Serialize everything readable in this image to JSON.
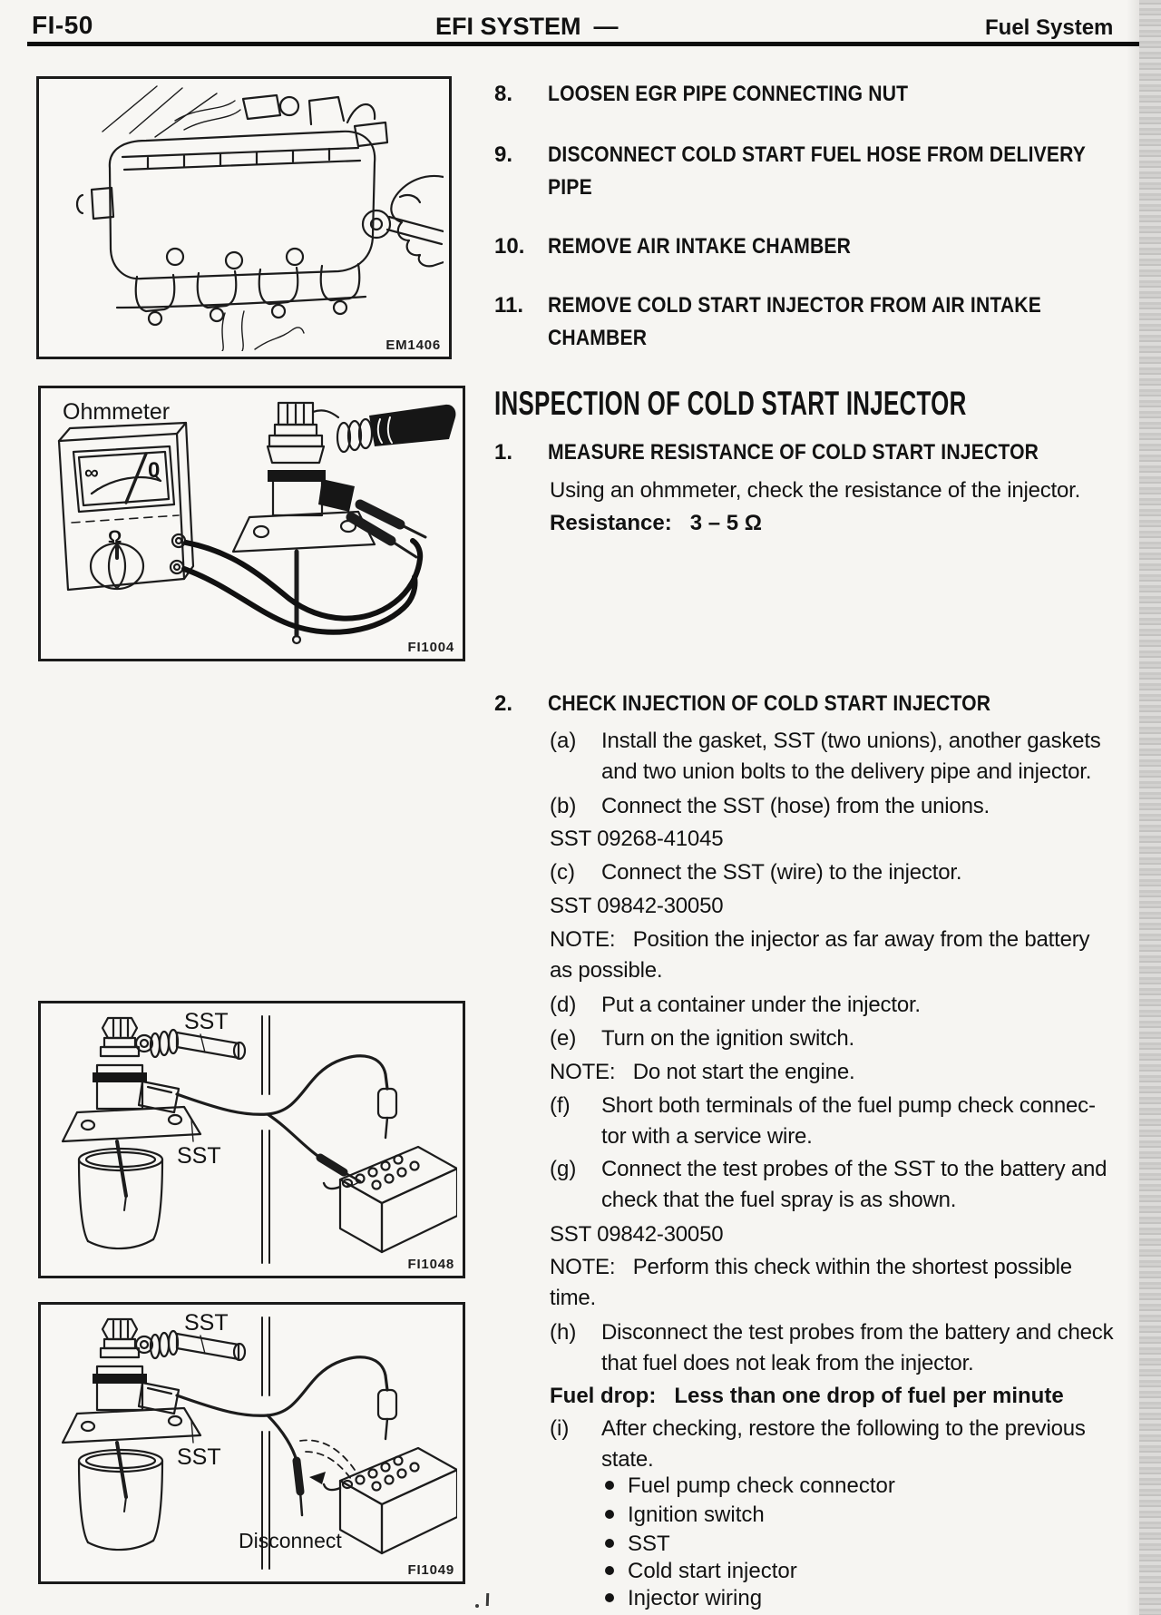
{
  "header": {
    "page_code": "FI-50",
    "title": "EFI SYSTEM",
    "separator": "—",
    "subtitle": "Fuel System"
  },
  "removal": [
    {
      "num": "8.",
      "text": "LOOSEN EGR PIPE CONNECTING NUT"
    },
    {
      "num": "9.",
      "text": "DISCONNECT COLD START FUEL HOSE FROM DELIVERY\nPIPE"
    },
    {
      "num": "10.",
      "text": "REMOVE AIR INTAKE CHAMBER"
    },
    {
      "num": "11.",
      "text": "REMOVE COLD START INJECTOR FROM AIR INTAKE\nCHAMBER"
    }
  ],
  "inspection": {
    "title": "INSPECTION OF COLD START INJECTOR",
    "step1_num": "1.",
    "step1_heading": "MEASURE RESISTANCE OF COLD START INJECTOR",
    "step1_body": "Using an ohmmeter, check the resistance of the injector.",
    "step1_spec": "Resistance:   3 – 5 Ω",
    "step2_num": "2.",
    "step2_heading": "CHECK INJECTION OF COLD START INJECTOR",
    "items": [
      {
        "label": "(a)",
        "text": "Install the gasket, SST (two unions), another gaskets\nand two union bolts to the delivery pipe and injector."
      },
      {
        "label": "(b)",
        "text": "Connect the SST (hose) from the unions."
      },
      {
        "label": "",
        "text": "SST 09268-41045"
      },
      {
        "label": "(c)",
        "text": "Connect the SST (wire) to the injector."
      },
      {
        "label": "",
        "text": "SST 09842-30050"
      },
      {
        "label": "",
        "text": "NOTE:   Position the injector as far away from the battery\nas possible."
      },
      {
        "label": "(d)",
        "text": "Put a container under the injector."
      },
      {
        "label": "(e)",
        "text": "Turn on the ignition switch."
      },
      {
        "label": "",
        "text": "NOTE:   Do not start the engine."
      },
      {
        "label": "(f)",
        "text": "Short both terminals of the fuel pump check connec-\ntor with a service wire."
      },
      {
        "label": "(g)",
        "text": "Connect the test probes of the SST to the battery and\ncheck that the fuel spray is as shown."
      },
      {
        "label": "",
        "text": "SST 09842-30050"
      },
      {
        "label": "",
        "text": "NOTE:   Perform this check within the shortest possible\ntime."
      },
      {
        "label": "(h)",
        "text": "Disconnect the test probes from the battery and check\nthat fuel does not leak from the injector."
      },
      {
        "label": "",
        "text": "Fuel drop:   Less than one drop of fuel per minute"
      },
      {
        "label": "(i)",
        "text": "After checking, restore the following to the previous\nstate."
      }
    ],
    "bullets": [
      "Fuel pump check connector",
      "Ignition switch",
      "SST",
      "Cold start injector",
      "Injector wiring"
    ]
  },
  "figures": {
    "fig1": {
      "code": "EM1406"
    },
    "fig2": {
      "code": "FI1004",
      "caption": "Ohmmeter",
      "infinity": "∞",
      "zero": "0",
      "ohm": "Ω"
    },
    "fig3": {
      "code": "FI1048",
      "sst_top": "SST",
      "sst_bottom": "SST"
    },
    "fig4": {
      "code": "FI1049",
      "sst_top": "SST",
      "sst_bottom": "SST",
      "disconnect": "Disconnect"
    }
  }
}
